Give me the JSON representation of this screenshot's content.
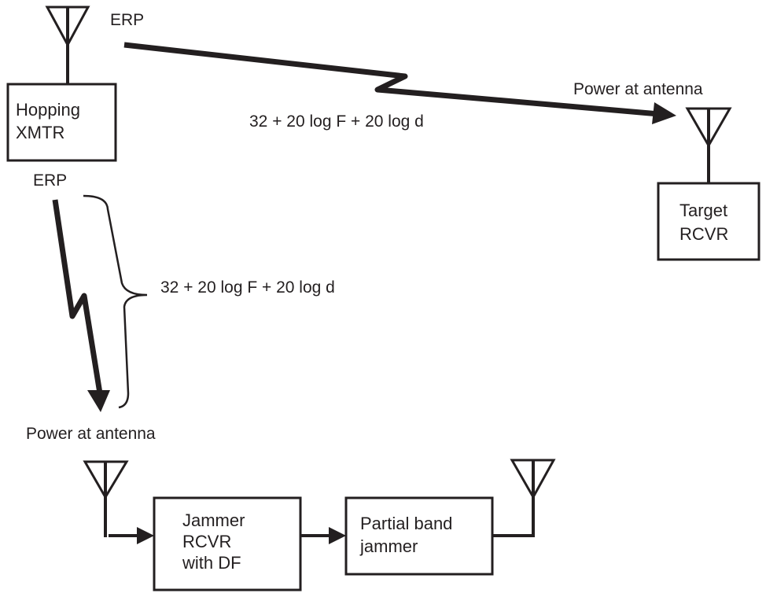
{
  "diagram": {
    "title": "Follower jammer geometry",
    "colors": {
      "ink": "#231f20",
      "background": "#ffffff"
    },
    "nodes": {
      "hopping_xmtr": {
        "lines": [
          "Hopping",
          "XMTR"
        ]
      },
      "target_rcvr": {
        "lines": [
          "Target",
          "RCVR"
        ]
      },
      "jammer_rcvr": {
        "lines": [
          "Jammer",
          "RCVR",
          "with DF"
        ]
      },
      "partial_band_jammer": {
        "lines": [
          "Partial band",
          "jammer"
        ]
      }
    },
    "labels": {
      "erp_top": "ERP",
      "erp_bottom": "ERP",
      "power_at_antenna_target": "Power at antenna",
      "power_at_antenna_jammer": "Power at antenna",
      "path_loss_top": "32 + 20 log F + 20 log d",
      "path_loss_left": "32 + 20 log F + 20 log d"
    },
    "edges": [
      {
        "from": "hopping_xmtr",
        "to": "target_rcvr",
        "kind": "rf-link",
        "label": "32 + 20 log F + 20 log d"
      },
      {
        "from": "hopping_xmtr",
        "to": "jammer_rcvr",
        "kind": "rf-link",
        "label": "32 + 20 log F + 20 log d"
      },
      {
        "from": "jammer_rcvr",
        "to": "partial_band_jammer",
        "kind": "signal"
      }
    ]
  }
}
